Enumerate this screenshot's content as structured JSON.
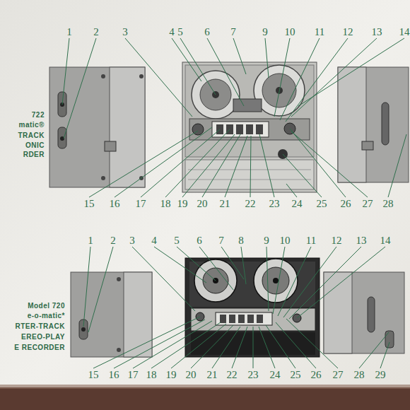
{
  "diagram": {
    "labels": [
      "722",
      "matic®",
      "TRACK",
      "ONIC",
      "RDER",
      "1",
      "2",
      "3",
      "4",
      "5",
      "6",
      "7",
      "9",
      "10",
      "11",
      "12",
      "13",
      "14",
      "15",
      "16",
      "17",
      "18",
      "19",
      "20",
      "21",
      "22",
      "23",
      "24",
      "25",
      "26",
      "27",
      "28",
      "Model 720",
      "e-o-matic*",
      "RTER-TRACK",
      "EREO-PLAY",
      "E RECORDER",
      "1",
      "2",
      "3",
      "4",
      "5",
      "6",
      "7",
      "8",
      "9",
      "10",
      "11",
      "12",
      "13",
      "14",
      "15",
      "16",
      "17",
      "18",
      "19",
      "20",
      "21",
      "22",
      "23",
      "24",
      "25",
      "26",
      "27",
      "28",
      "29"
    ]
  }
}
